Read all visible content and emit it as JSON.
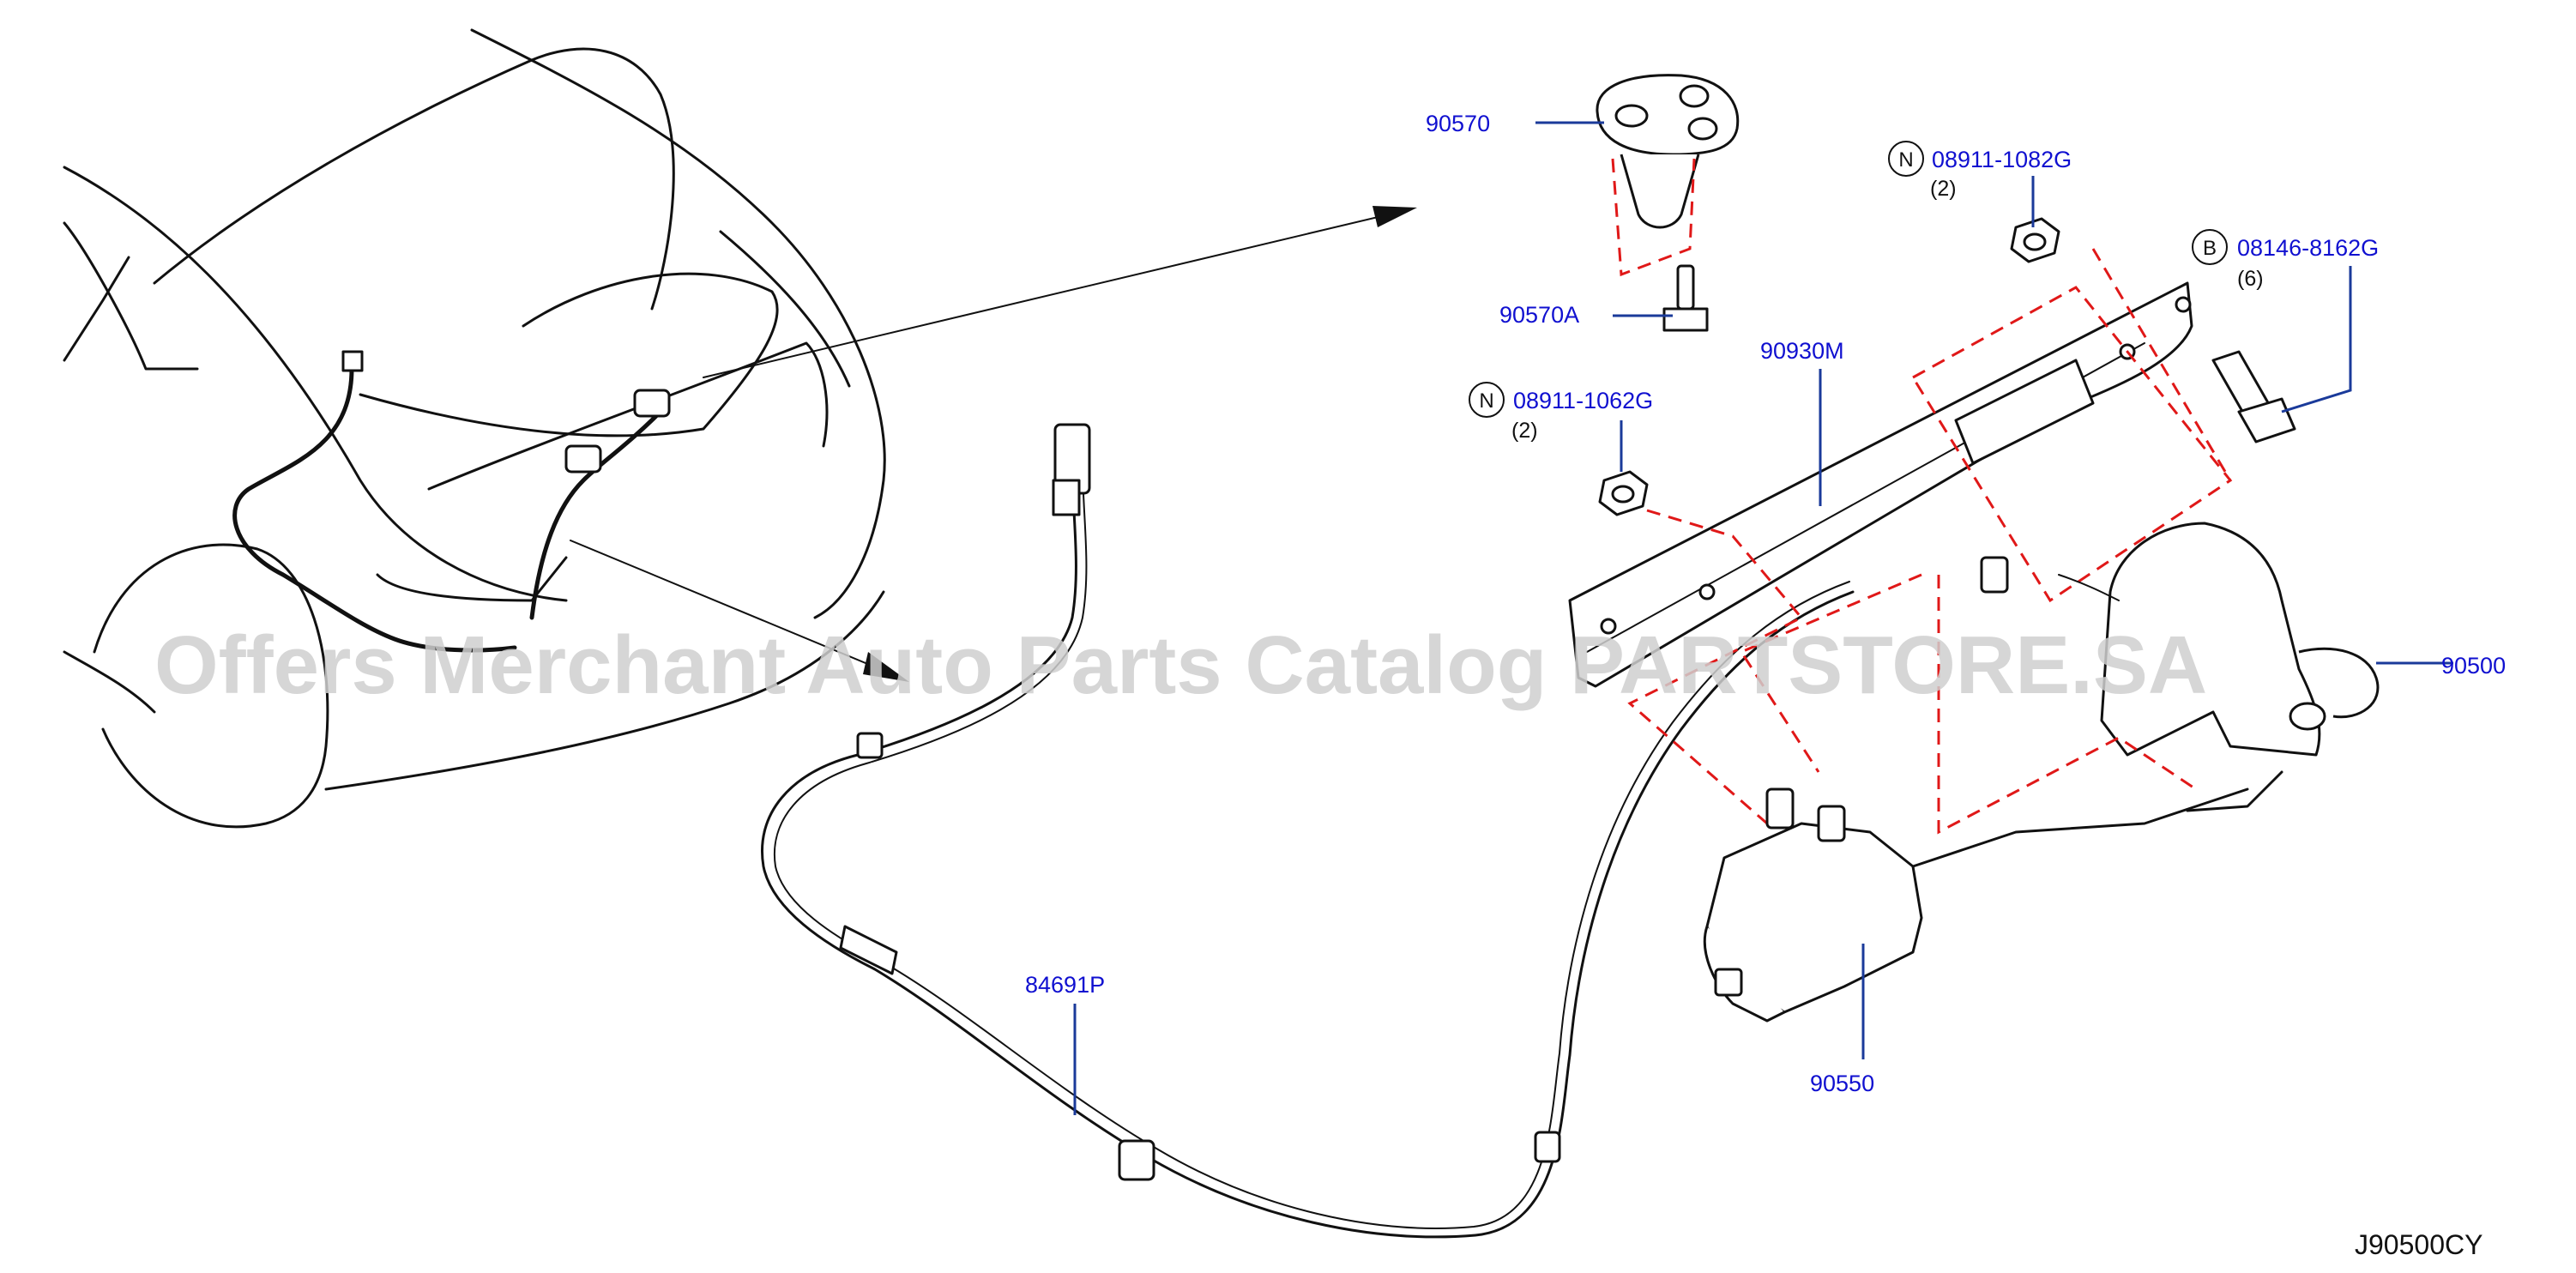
{
  "watermark": "Offers Merchant Auto Parts Catalog PARTSTORE.SA",
  "diagram_id": "J90500CY",
  "callouts": [
    {
      "id": "p90570",
      "text": "90570"
    },
    {
      "id": "p90570A",
      "text": "90570A"
    },
    {
      "id": "p08911_1082G",
      "badge": "N",
      "text": "08911-1082G",
      "qty": "(2)"
    },
    {
      "id": "p08146_8162G",
      "badge": "B",
      "text": "08146-8162G",
      "qty": "(6)"
    },
    {
      "id": "p90930M",
      "text": "90930M"
    },
    {
      "id": "p08911_1062G",
      "badge": "N",
      "text": "08911-1062G",
      "qty": "(2)"
    },
    {
      "id": "p90500",
      "text": "90500"
    },
    {
      "id": "p84691P",
      "text": "84691P"
    },
    {
      "id": "p90550",
      "text": "90550"
    }
  ],
  "colors": {
    "label": "#1010d0",
    "leader": "#1a3a9a",
    "alignment": "#e01818",
    "outline": "#111111",
    "watermark": "#cfcfcf"
  }
}
